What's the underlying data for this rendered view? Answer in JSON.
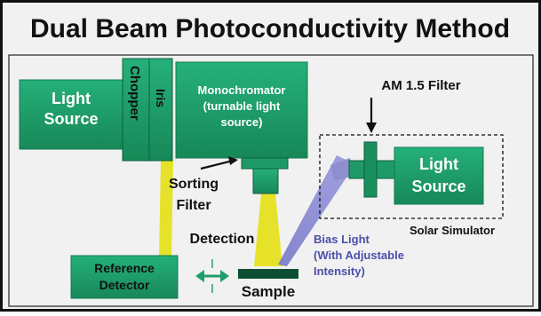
{
  "title": "Dual Beam Photoconductivity Method",
  "components": {
    "light_source_left": [
      "Light",
      "Source"
    ],
    "chopper": "Chopper",
    "iris": "Iris",
    "monochromator": [
      "Monochromator",
      "(turnable light",
      "source)"
    ],
    "sorting_filter": [
      "Sorting",
      "Filter"
    ],
    "am_filter": "AM 1.5 Filter",
    "light_source_right": [
      "Light",
      "Source"
    ],
    "solar_simulator": "Solar Simulator",
    "detection": "Detection",
    "reference_detector": [
      "Reference",
      "Detector"
    ],
    "sample": "Sample",
    "bias_light": [
      "Bias Light",
      "(With Adjustable",
      "Intensity)"
    ]
  },
  "colors": {
    "frame_fill": "#f1f1f1",
    "box_fill": "#1f9e6b",
    "box_dark": "#157a52",
    "box_text": "#ffffff",
    "beam_yellow": "#e6e22a",
    "beam_blue": "#8f8fd0",
    "bias_text": "#4b4fa8",
    "title_text": "#111111"
  }
}
